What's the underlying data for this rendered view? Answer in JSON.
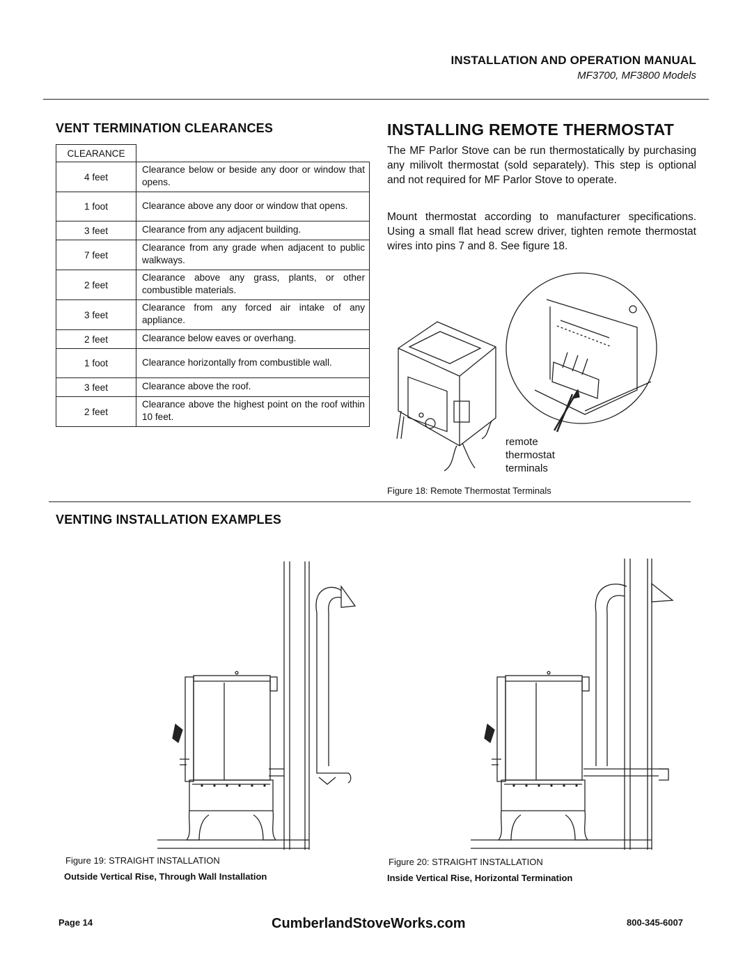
{
  "header": {
    "title": "INSTALLATION AND OPERATION MANUAL",
    "models": "MF3700, MF3800 Models"
  },
  "vent_section": {
    "heading": "VENT TERMINATION CLEARANCES",
    "column_header": "CLEARANCE",
    "rows": [
      {
        "distance": "4 feet",
        "description": "Clearance below or beside any door or window that opens."
      },
      {
        "distance": "1 foot",
        "description": "Clearance above any door or window that opens."
      },
      {
        "distance": "3 feet",
        "description": "Clearance from any adjacent building."
      },
      {
        "distance": "7 feet",
        "description": "Clearance from any grade when adjacent to public walkways."
      },
      {
        "distance": "2 feet",
        "description": "Clearance above any grass, plants, or other combustible materials."
      },
      {
        "distance": "3 feet",
        "description": "Clearance from any forced air intake of any appliance."
      },
      {
        "distance": "2 feet",
        "description": "Clearance below eaves or overhang."
      },
      {
        "distance": "1 foot",
        "description": "Clearance horizontally from combustible wall."
      },
      {
        "distance": "3 feet",
        "description": "Clearance above the roof."
      },
      {
        "distance": "2 feet",
        "description": "Clearance above the highest point on the roof within 10 feet."
      }
    ]
  },
  "thermostat_section": {
    "heading": "INSTALLING REMOTE THERMOSTAT",
    "paragraph1": "The MF Parlor Stove can be run thermostatically by purchasing any milivolt thermostat (sold separately). This step is optional and not required for MF Parlor Stove to operate.",
    "paragraph2": "Mount thermostat according to manufacturer specifications. Using a small flat head screw driver, tighten remote thermostat wires into pins 7 and 8. See figure 18.",
    "callout_line1": "remote",
    "callout_line2": "thermostat",
    "callout_line3": "terminals",
    "figure_caption": "Figure 18: Remote Thermostat Terminals"
  },
  "venting_section": {
    "heading": "VENTING INSTALLATION EXAMPLES",
    "figure19_title": "Figure 19: STRAIGHT INSTALLATION",
    "figure19_subtitle": "Outside Vertical Rise, Through Wall Installation",
    "figure20_title": "Figure 20:  STRAIGHT INSTALLATION",
    "figure20_subtitle": "Inside Vertical Rise, Horizontal Termination"
  },
  "footer": {
    "page": "Page 14",
    "website": "CumberlandStoveWorks.com",
    "phone": "800-345-6007"
  }
}
